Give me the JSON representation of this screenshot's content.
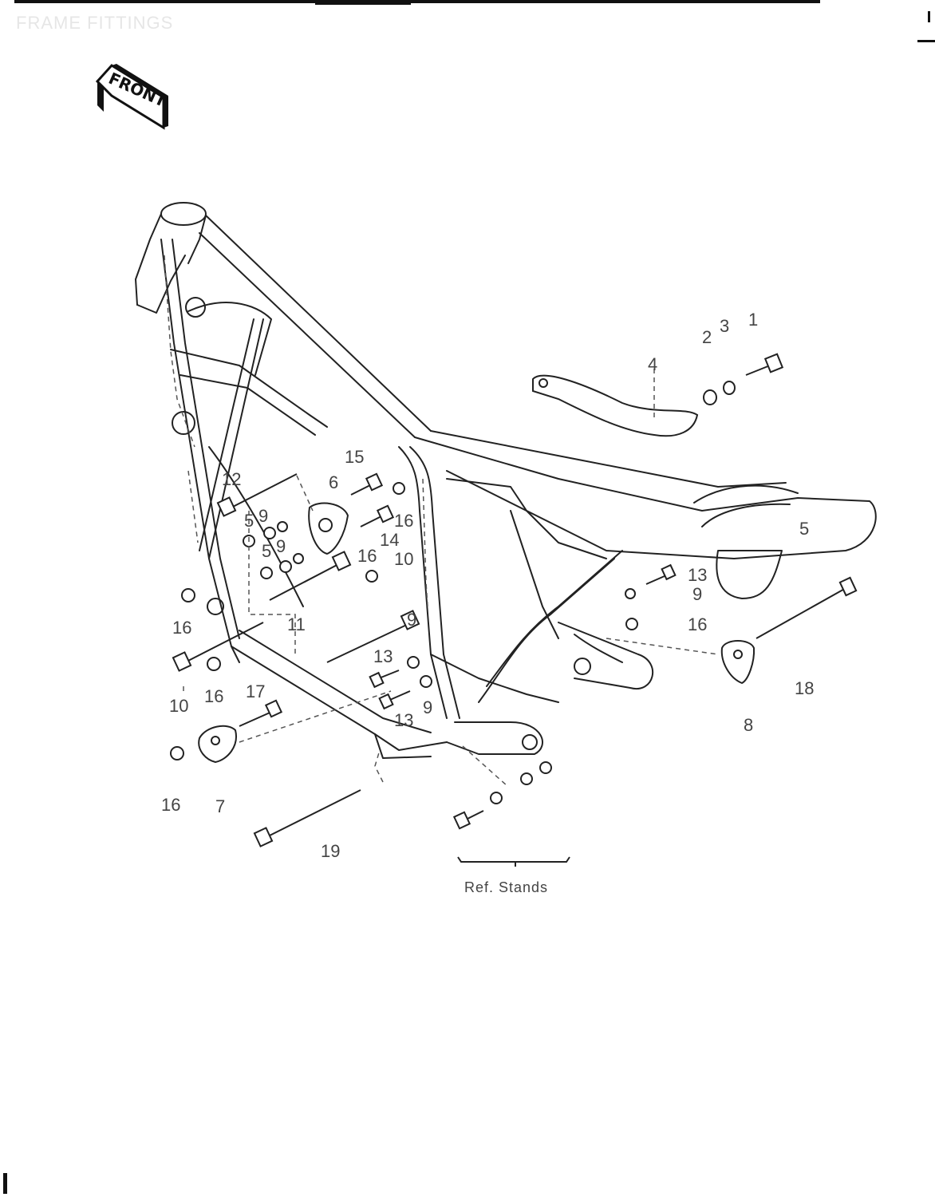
{
  "header": {
    "title": "FRAME FITTINGS"
  },
  "orientation": {
    "front_label": "FRONT"
  },
  "callouts": {
    "c1": "1",
    "c2": "2",
    "c3": "3",
    "c4": "4",
    "c15": "15",
    "c12": "12",
    "c6": "6",
    "c16a": "16",
    "c14": "14",
    "c5a": "5",
    "c9a": "9",
    "c5b": "5",
    "c9b": "9",
    "c16b": "16",
    "c10a": "10",
    "c11": "11",
    "c16c": "16",
    "c9c": "9",
    "c13a": "13",
    "c10b": "10",
    "c16d": "16",
    "c17": "17",
    "c13b": "13",
    "c9d": "9",
    "c16e": "16",
    "c7": "7",
    "c19": "19",
    "c13c": "13",
    "c9e": "9",
    "c16f": "16",
    "c18": "18",
    "c8": "8",
    "c5c": "5"
  },
  "reference": {
    "label": "Ref. Stands"
  }
}
